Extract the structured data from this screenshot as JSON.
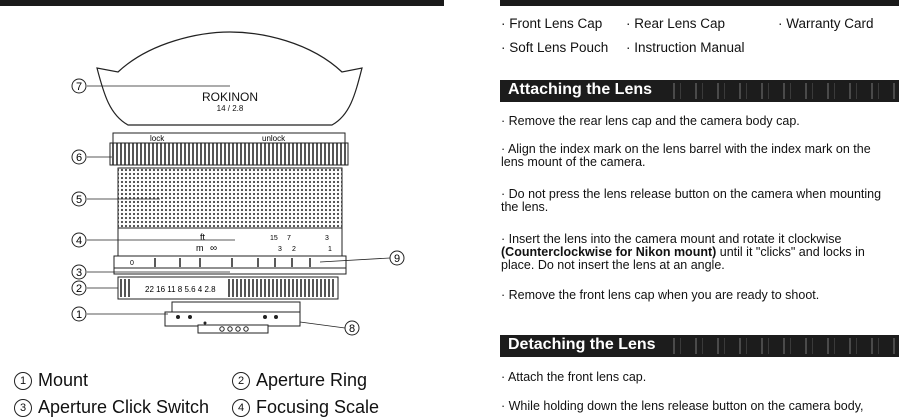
{
  "diagram": {
    "brand": "ROKINON",
    "model": "14 / 2.8",
    "lock_label": "lock",
    "unlock_label": "unlock",
    "ft_label": "ft",
    "m_label": "m",
    "inf_label": "∞",
    "ft_distances": [
      "15",
      "7",
      "3"
    ],
    "m_distances": [
      "3",
      "2",
      "1"
    ],
    "aperture_scale": "22 16 11 8 5.6 4 2.8",
    "focus_zero": "0",
    "callouts": [
      "7",
      "6",
      "5",
      "4",
      "3",
      "2",
      "1",
      "8",
      "9"
    ]
  },
  "parts": [
    {
      "num": "1",
      "label": "Mount"
    },
    {
      "num": "2",
      "label": "Aperture Ring"
    },
    {
      "num": "3",
      "label": "Aperture Click Switch"
    },
    {
      "num": "4",
      "label": "Focusing Scale"
    }
  ],
  "package": {
    "items": [
      "Front Lens Cap",
      "Rear Lens Cap",
      "Warranty Card",
      "Soft Lens Pouch",
      "Instruction Manual"
    ]
  },
  "attaching": {
    "title": "Attaching the Lens",
    "steps": [
      "· Remove the rear lens cap and the camera body cap.",
      "· Align the index mark on the lens barrel with the index mark on the\nlens mount of the camera.",
      "· Do not press the lens release button on the camera when mounting\nthe lens.",
      "· Remove the front lens cap when you are ready to shoot."
    ],
    "insert_step": {
      "before": "· Insert the lens into the camera mount and rotate it clockwise",
      "bold": "(Counterclockwise for Nikon mount)",
      "after": " until it \"clicks\" and locks in\nplace. Do not insert the lens at an angle."
    }
  },
  "detaching": {
    "title": "Detaching the Lens",
    "steps": [
      "· Attach the front lens cap.",
      "· While holding down the lens release button on the camera body,"
    ]
  }
}
